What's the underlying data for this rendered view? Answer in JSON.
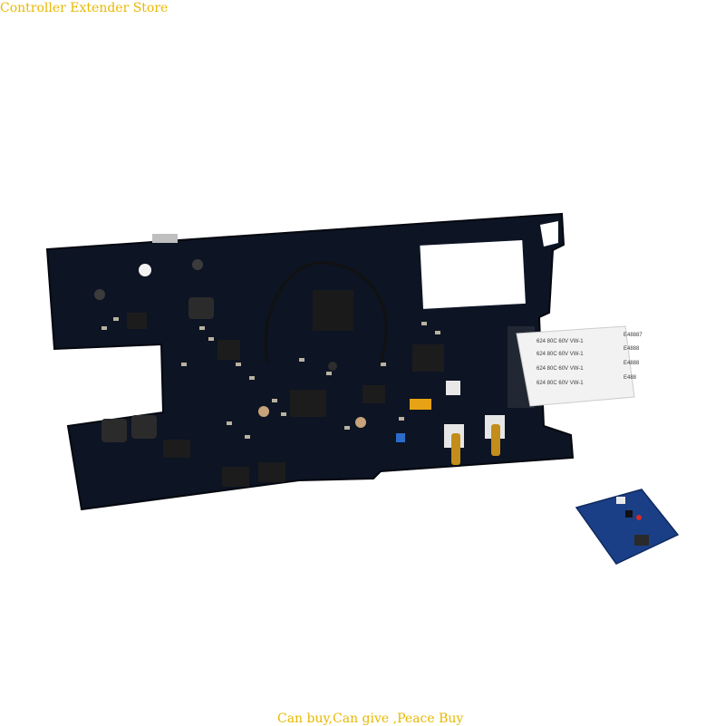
{
  "watermark": {
    "store_name": "Controller Extender Store",
    "footer": "Can buy,Can give ,Peace Buy",
    "color": "#e8b800"
  },
  "product": {
    "board_color": "#0d1424",
    "small_board_color": "#1a3f86",
    "ribbon_color": "#f2f2f2",
    "ribbon_rows": [
      "624  80C  60V  VW-1",
      "624  80C  60V  VW-1",
      "624  80C  60V  VW-1",
      "624  80C  60V  VW-1"
    ],
    "ribbon_codes": [
      "E48887",
      "E4888",
      "E4888",
      "E488"
    ]
  }
}
